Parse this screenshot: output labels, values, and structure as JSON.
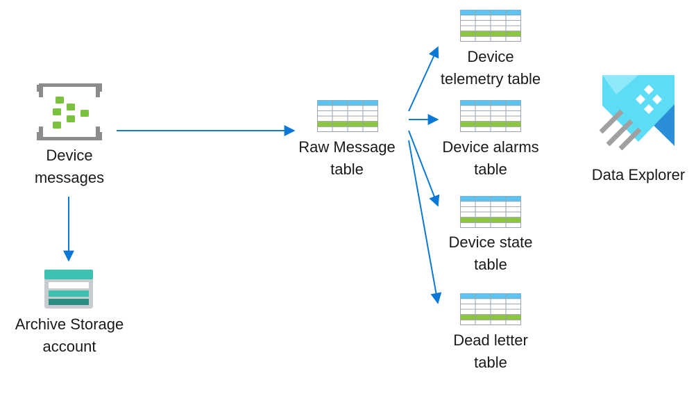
{
  "nodes": {
    "device_messages": {
      "line1": "Device",
      "line2": "messages",
      "icon": "iot-hub-icon"
    },
    "archive_storage": {
      "line1": "Archive Storage",
      "line2": "account",
      "icon": "storage-account-icon"
    },
    "raw_message": {
      "line1": "Raw Message",
      "line2": "table",
      "icon": "table-icon"
    },
    "telemetry": {
      "line1": "Device",
      "line2": "telemetry table",
      "icon": "table-icon"
    },
    "alarms": {
      "line1": "Device alarms",
      "line2": "table",
      "icon": "table-icon"
    },
    "state": {
      "line1": "Device state",
      "line2": "table",
      "icon": "table-icon"
    },
    "dead_letter": {
      "line1": "Dead letter",
      "line2": "table",
      "icon": "table-icon"
    },
    "data_explorer": {
      "line1": "Data Explorer",
      "icon": "data-explorer-icon"
    }
  },
  "colors": {
    "arrow": "#0a78d4",
    "table_header": "#5bc4f1",
    "table_highlight": "#8cc63f",
    "table_grid": "#9aa3ad",
    "iot_frame": "#8c8c8c",
    "iot_green": "#7ac13e",
    "storage_teal": "#3cc0b0",
    "explorer_light": "#5ddcf5",
    "explorer_dark": "#2a8fd8"
  },
  "edges": [
    {
      "from": "device_messages",
      "to": "raw_message"
    },
    {
      "from": "device_messages",
      "to": "archive_storage"
    },
    {
      "from": "raw_message",
      "to": "telemetry"
    },
    {
      "from": "raw_message",
      "to": "alarms"
    },
    {
      "from": "raw_message",
      "to": "state"
    },
    {
      "from": "raw_message",
      "to": "dead_letter"
    }
  ]
}
